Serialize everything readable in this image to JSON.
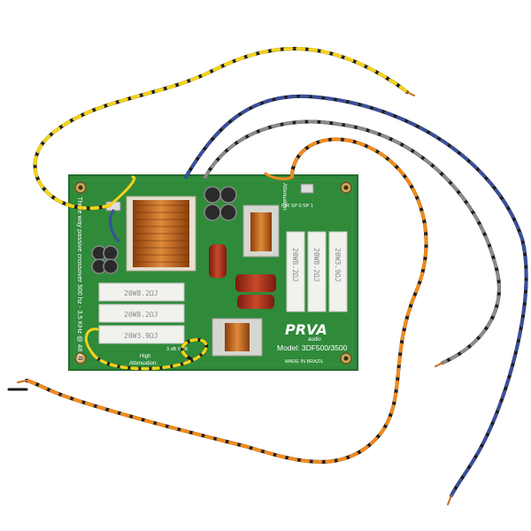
{
  "product": {
    "brand": "PRVA",
    "brand_sub": "audio",
    "model": "Model: 3DF500/3500",
    "made_in": "MADE IN BRAZIL",
    "side_text": "Three way passive crossover 500 hz - 3,5 KHz @ 48 dB",
    "attenuation_label": "Attenuation:",
    "attenuation_values": "3 dB  0 dB",
    "high_label": "High",
    "high_attenuation_label": "Attenuation:",
    "mid_attenuation_label": "Attenuation:",
    "mid_values": "PIR  SP 0  SP 1"
  },
  "resistors": {
    "left": [
      "20W8.2ΩJ",
      "20W8.2ΩJ",
      "20W3.9ΩJ"
    ],
    "right": [
      "20W8.2ΩJ",
      "20W8.2ΩJ",
      "20W3.9ΩJ"
    ]
  },
  "colors": {
    "pcb": "#2f8a3a",
    "pcb_dark": "#246d2d",
    "copper": "#c86a1e",
    "wire_yellow": "#f2d21b",
    "wire_orange": "#f08a1c",
    "wire_blue": "#3a4f9a",
    "wire_gray": "#8a8a8a",
    "wire_black": "#1b1b1b"
  }
}
